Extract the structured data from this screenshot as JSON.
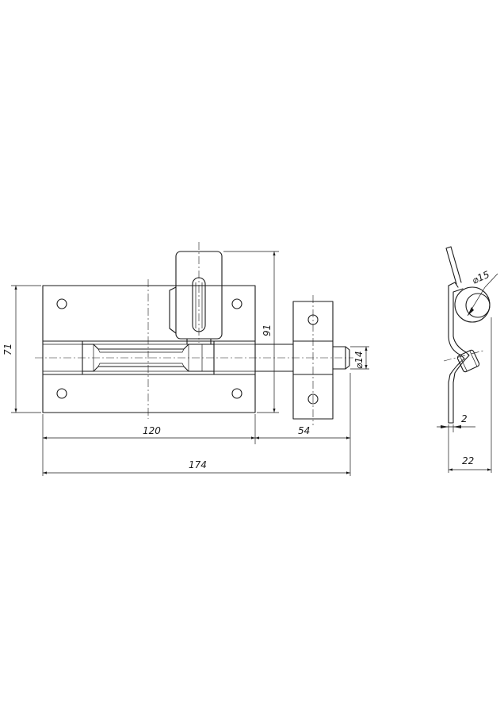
{
  "dimensions": {
    "plate_width": "120",
    "bolt_extension": "54",
    "overall_length": "174",
    "plate_height": "71",
    "handle_height": "91",
    "bolt_diameter": "⌀14",
    "knuckle_diameter": "⌀15",
    "sheet_thickness": "2",
    "side_depth": "22"
  }
}
